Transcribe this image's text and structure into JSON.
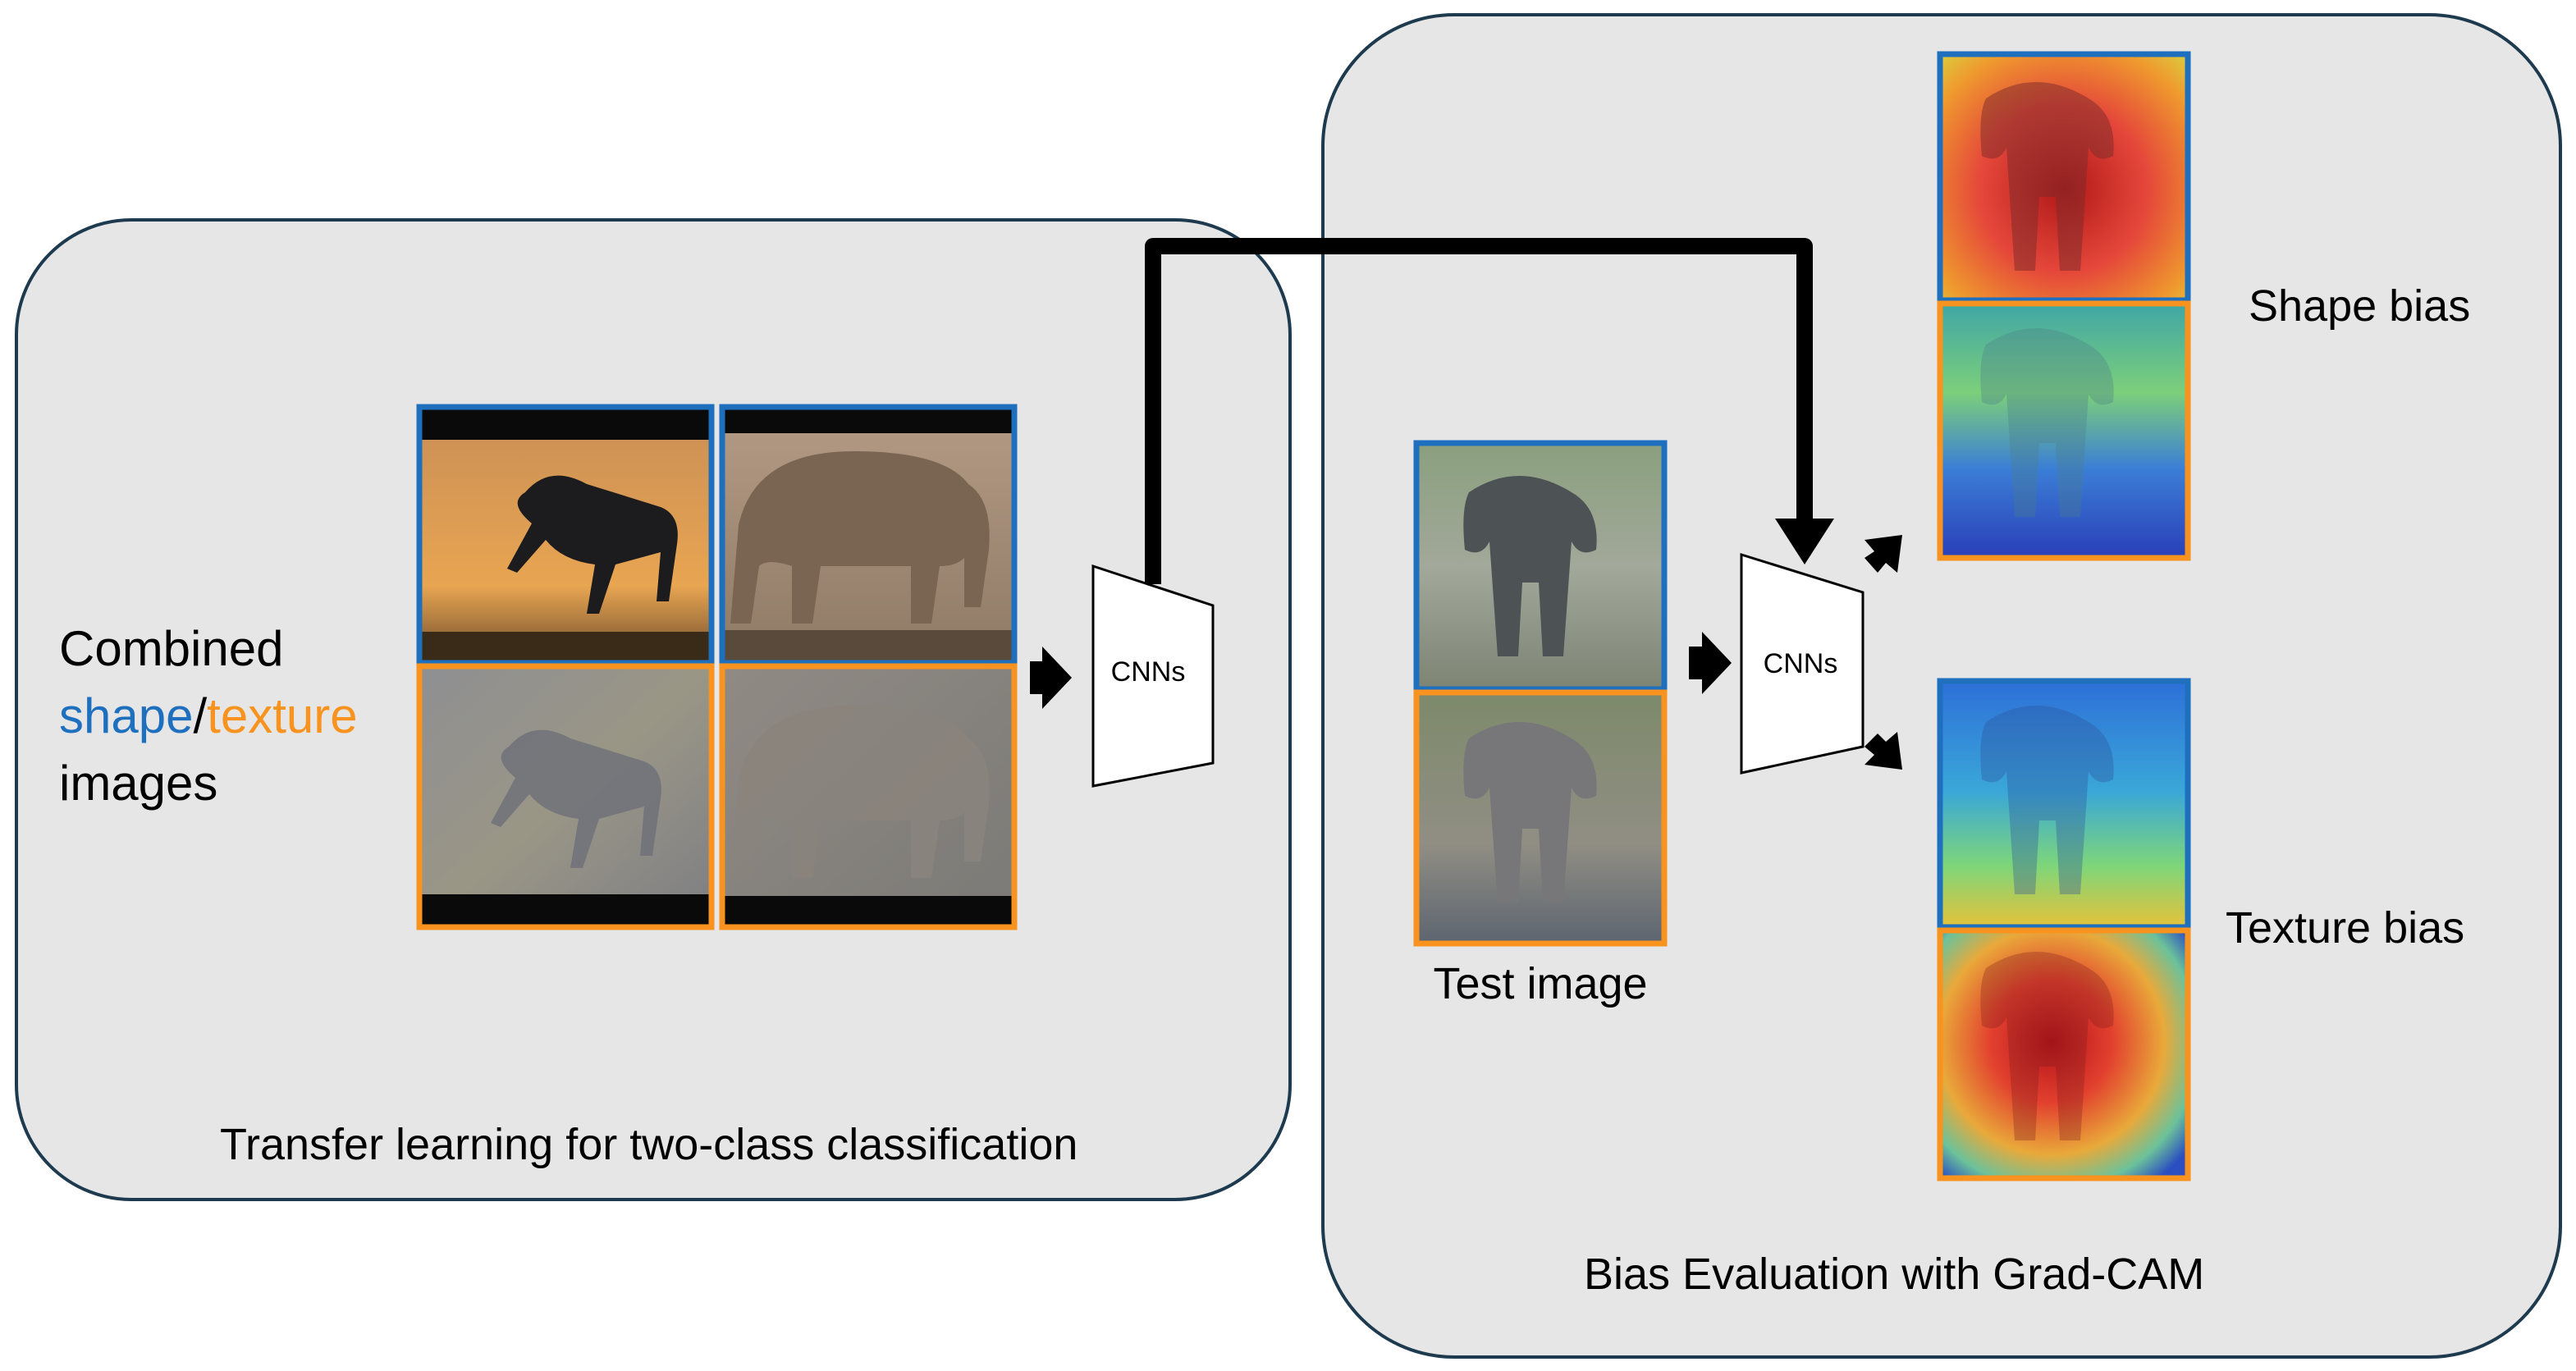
{
  "left_panel": {
    "heading_line1": "Combined",
    "heading_shape": "shape",
    "heading_slash": "/",
    "heading_texture": "texture",
    "heading_line3": "images",
    "footer": "Transfer learning for two-class classification"
  },
  "right_panel": {
    "test_image_label": "Test image",
    "shape_bias_label": "Shape bias",
    "texture_bias_label": "Texture bias",
    "footer": "Bias Evaluation with Grad-CAM"
  },
  "cnn_label": "CNNs",
  "colors": {
    "shape": "#1f6fbf",
    "texture": "#f7931e",
    "panel_fill": "#e6e6e6",
    "panel_border": "#1d3a4f"
  },
  "icons": {
    "arrow": "black-block-arrow",
    "cnn": "trapezoid-network-block"
  }
}
